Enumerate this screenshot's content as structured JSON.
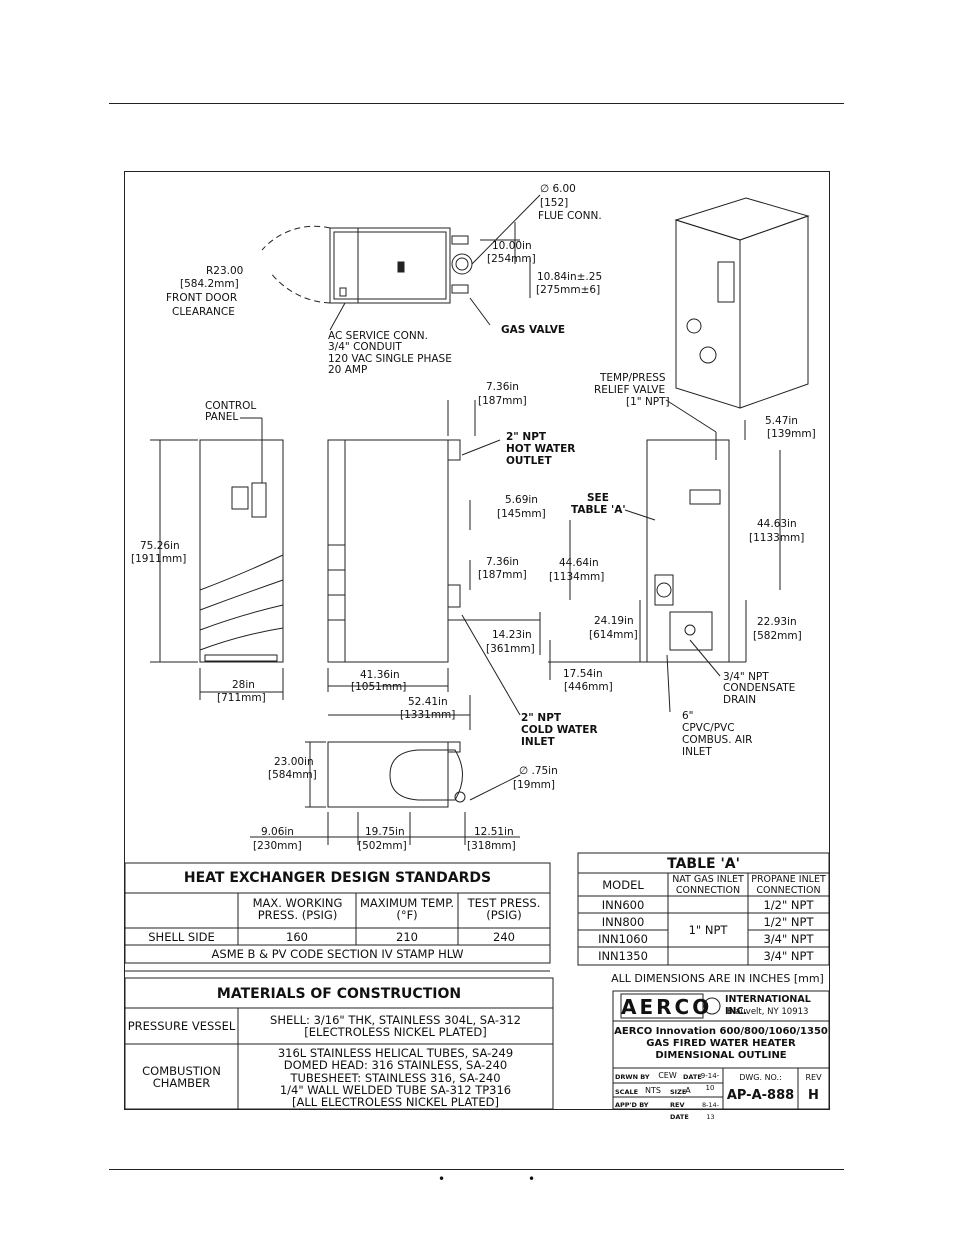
{
  "drawing": {
    "top_view": {
      "flue_diameter": "∅ 6.00",
      "flue_mm": "[152]",
      "flue_label": "FLUE CONN.",
      "dim_10_in": "10.00in",
      "dim_10_mm": "[254mm]",
      "dim_1084_in": "10.84in±.25",
      "dim_1084_mm": "[275mm±6]",
      "radius_in": "R23.00",
      "radius_mm": "[584.2mm]",
      "door_1": "FRONT DOOR",
      "door_2": "CLEARANCE",
      "ac_1": "AC SERVICE CONN.",
      "ac_2": "3/4\" CONDUIT",
      "ac_3": "120 VAC  SINGLE PHASE",
      "ac_4": "20 AMP",
      "gas_valve": "GAS VALVE"
    },
    "front_view": {
      "control_1": "CONTROL",
      "control_2": "PANEL",
      "height_in": "75.26in",
      "height_mm": "[1911mm]",
      "width_in": "28in",
      "width_mm": "[711mm]"
    },
    "side_view": {
      "d736a_in": "7.36in",
      "d736a_mm": "[187mm]",
      "hot_1": "2\" NPT",
      "hot_2": "HOT WATER",
      "hot_3": "OUTLET",
      "d569_in": "5.69in",
      "d569_mm": "[145mm]",
      "d736b_in": "7.36in",
      "d736b_mm": "[187mm]",
      "d1423_in": "14.23in",
      "d1423_mm": "[361mm]",
      "d4136_in": "41.36in",
      "d4136_mm": "[1051mm]",
      "cold_1": "2\" NPT",
      "cold_2": "COLD WATER",
      "cold_3": "INLET"
    },
    "rear_view": {
      "relief_1": "TEMP/PRESS",
      "relief_2": "RELIEF VALVE",
      "relief_3": "[1\" NPT]",
      "d547_in": "5.47in",
      "d547_mm": "[139mm]",
      "see_1": "SEE",
      "see_2": "TABLE 'A'",
      "d4463_in": "44.63in",
      "d4463_mm": "[1133mm]",
      "d4464_in": "44.64in",
      "d4464_mm": "[1134mm]",
      "d2419_in": "24.19in",
      "d2419_mm": "[614mm]",
      "d2293_in": "22.93in",
      "d2293_mm": "[582mm]",
      "d1754_in": "17.54in",
      "d1754_mm": "[446mm]",
      "cond_1": "3/4\" NPT",
      "cond_2": "CONDENSATE",
      "cond_3": "DRAIN",
      "air_1": "6\"",
      "air_2": "CPVC/PVC",
      "air_3": "COMBUS. AIR",
      "air_4": "INLET"
    },
    "bottom_view": {
      "d5241_in": "52.41in",
      "d5241_mm": "[1331mm]",
      "d2300_in": "23.00in",
      "d2300_mm": "[584mm]",
      "drain_dia": "∅ .75in",
      "drain_mm": "[19mm]",
      "d906_in": "9.06in",
      "d906_mm": "[230mm]",
      "d1975_in": "19.75in",
      "d1975_mm": "[502mm]",
      "d1251_in": "12.51in",
      "d1251_mm": "[318mm]"
    }
  },
  "heat_exchanger": {
    "title": "HEAT EXCHANGER DESIGN STANDARDS",
    "col1": "MAX. WORKING PRESS. (PSIG)",
    "col2": "MAXIMUM TEMP. (°F)",
    "col3": "TEST PRESS. (PSIG)",
    "row_label": "SHELL SIDE",
    "v1": "160",
    "v2": "210",
    "v3": "240",
    "footer": "ASME B & PV CODE SECTION IV  STAMP HLW"
  },
  "materials": {
    "title": "MATERIALS OF CONSTRUCTION",
    "pv_label": "PRESSURE VESSEL",
    "pv_1": "SHELL:  3/16\" THK, STAINLESS 304L, SA-312",
    "pv_2": "[ELECTROLESS NICKEL PLATED]",
    "cc_label_1": "COMBUSTION",
    "cc_label_2": "CHAMBER",
    "cc_1": "316L STAINLESS HELICAL TUBES, SA-249",
    "cc_2": "DOMED HEAD: 316 STAINLESS, SA-240",
    "cc_3": "TUBESHEET:  STAINLESS 316, SA-240",
    "cc_4": "1/4\"  WALL WELDED TUBE SA-312  TP316",
    "cc_5": "[ALL ELECTROLESS NICKEL PLATED]"
  },
  "table_a": {
    "title": "TABLE 'A'",
    "h_model": "MODEL",
    "h_nat_1": "NAT GAS INLET",
    "h_nat_2": "CONNECTION",
    "h_pro_1": "PROPANE INLET",
    "h_pro_2": "CONNECTION",
    "rows": [
      {
        "model": "INN600",
        "propane": "1/2\" NPT"
      },
      {
        "model": "INN800",
        "propane": "1/2\" NPT"
      },
      {
        "model": "INN1060",
        "propane": "3/4\" NPT"
      },
      {
        "model": "INN1350",
        "propane": "3/4\" NPT"
      }
    ],
    "nat_gas": "1\" NPT",
    "note": "ALL DIMENSIONS ARE IN INCHES [mm]"
  },
  "title_block": {
    "logo": "AERCO",
    "company": "INTERNATIONAL INC.",
    "city": "Blauvelt, NY 10913",
    "title_1": "AERCO Innovation 600/800/1060/1350",
    "title_2": "GAS FIRED WATER HEATER",
    "title_3": "DIMENSIONAL  OUTLINE",
    "drwn_label": "DRWN BY",
    "drwn": "CEW",
    "date_label": "DATE",
    "date": "9-14-10",
    "scale_label": "SCALE",
    "scale": "NTS",
    "size_label": "SIZE",
    "size": "A",
    "appd_label": "APP'D BY",
    "rev_date_label": "REV DATE",
    "rev_date": "8-14-13",
    "dwg_label": "DWG. NO.:",
    "dwg": "AP-A-888",
    "rev_label": "REV",
    "rev": "H"
  },
  "footer": {
    "bullet_1": "•",
    "bullet_2": "•"
  }
}
